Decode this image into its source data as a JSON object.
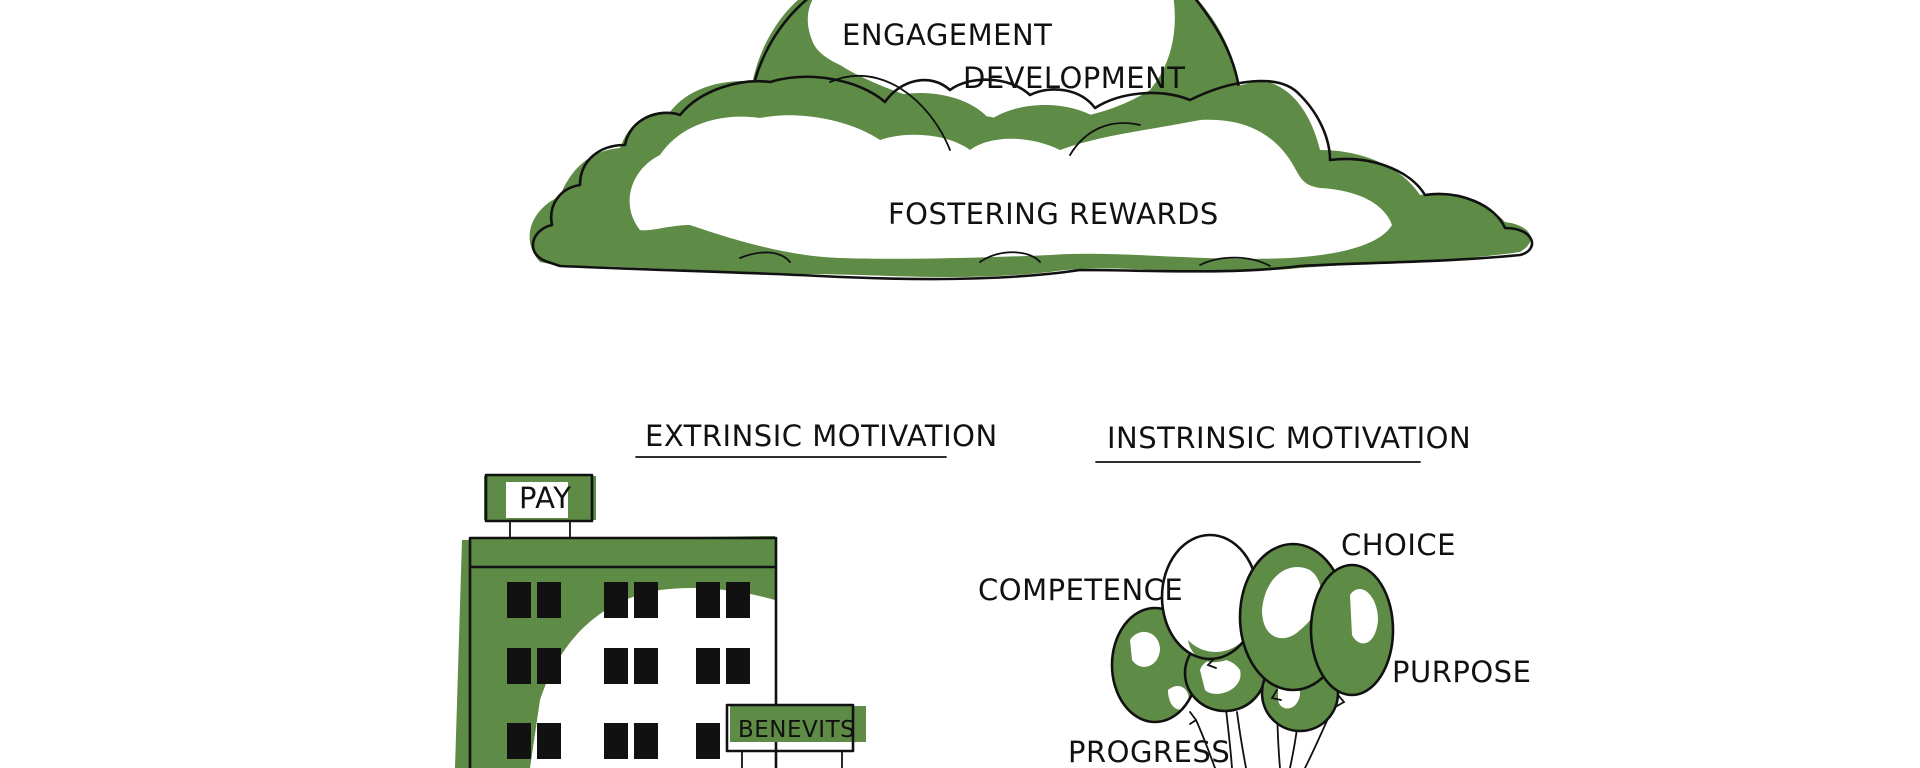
{
  "colors": {
    "accent": "#5e8b45",
    "ink": "#111111",
    "background": "#ffffff"
  },
  "cloud": {
    "labels": [
      "ENGAGEMENT",
      "DEVELOPMENT",
      "FOSTERING REWARDS"
    ]
  },
  "sections": {
    "extrinsic_title": "EXTRINSIC MOTIVATION",
    "intrinsic_title": "INSTRINSIC MOTIVATION"
  },
  "building": {
    "roof_sign": "PAY",
    "side_sign": "BENEVITS"
  },
  "balloons": {
    "labels": [
      "CHOICE",
      "COMPETENCE",
      "PURPOSE",
      "PROGRESS"
    ]
  }
}
